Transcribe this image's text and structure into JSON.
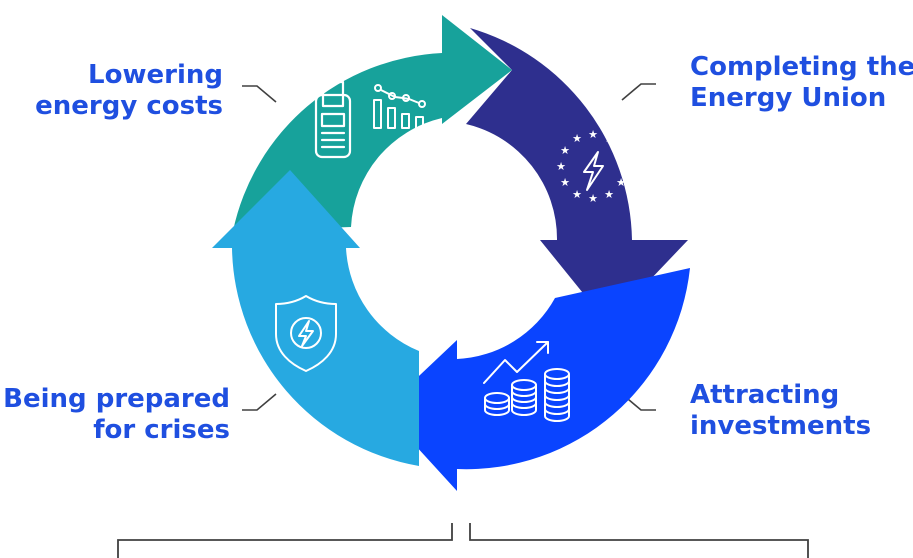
{
  "labels": {
    "lowering_energy_costs": {
      "line1": "Lowering",
      "line2": "energy costs"
    },
    "completing_energy_union": {
      "line1": "Completing the",
      "line2": "Energy Union"
    },
    "attracting_investments": {
      "line1": "Attracting",
      "line2": "investments"
    },
    "being_prepared": {
      "line1": "Being prepared",
      "line2": "for crises"
    }
  },
  "colors": {
    "label_text": "#1f4fe0",
    "segment_teal": "#17a29b",
    "segment_navy": "#2e2f8e",
    "segment_blue": "#0a44ff",
    "segment_lightblue": "#27a9e1",
    "icon_stroke": "#ffffff",
    "connector": "#404040"
  },
  "icons": {
    "top_left": "payment-terminal-and-declining-chart-icon",
    "top_right": "eu-stars-lightning-icon",
    "bottom_right": "coin-stacks-rising-trend-icon",
    "bottom_left": "shield-lightning-icon"
  }
}
